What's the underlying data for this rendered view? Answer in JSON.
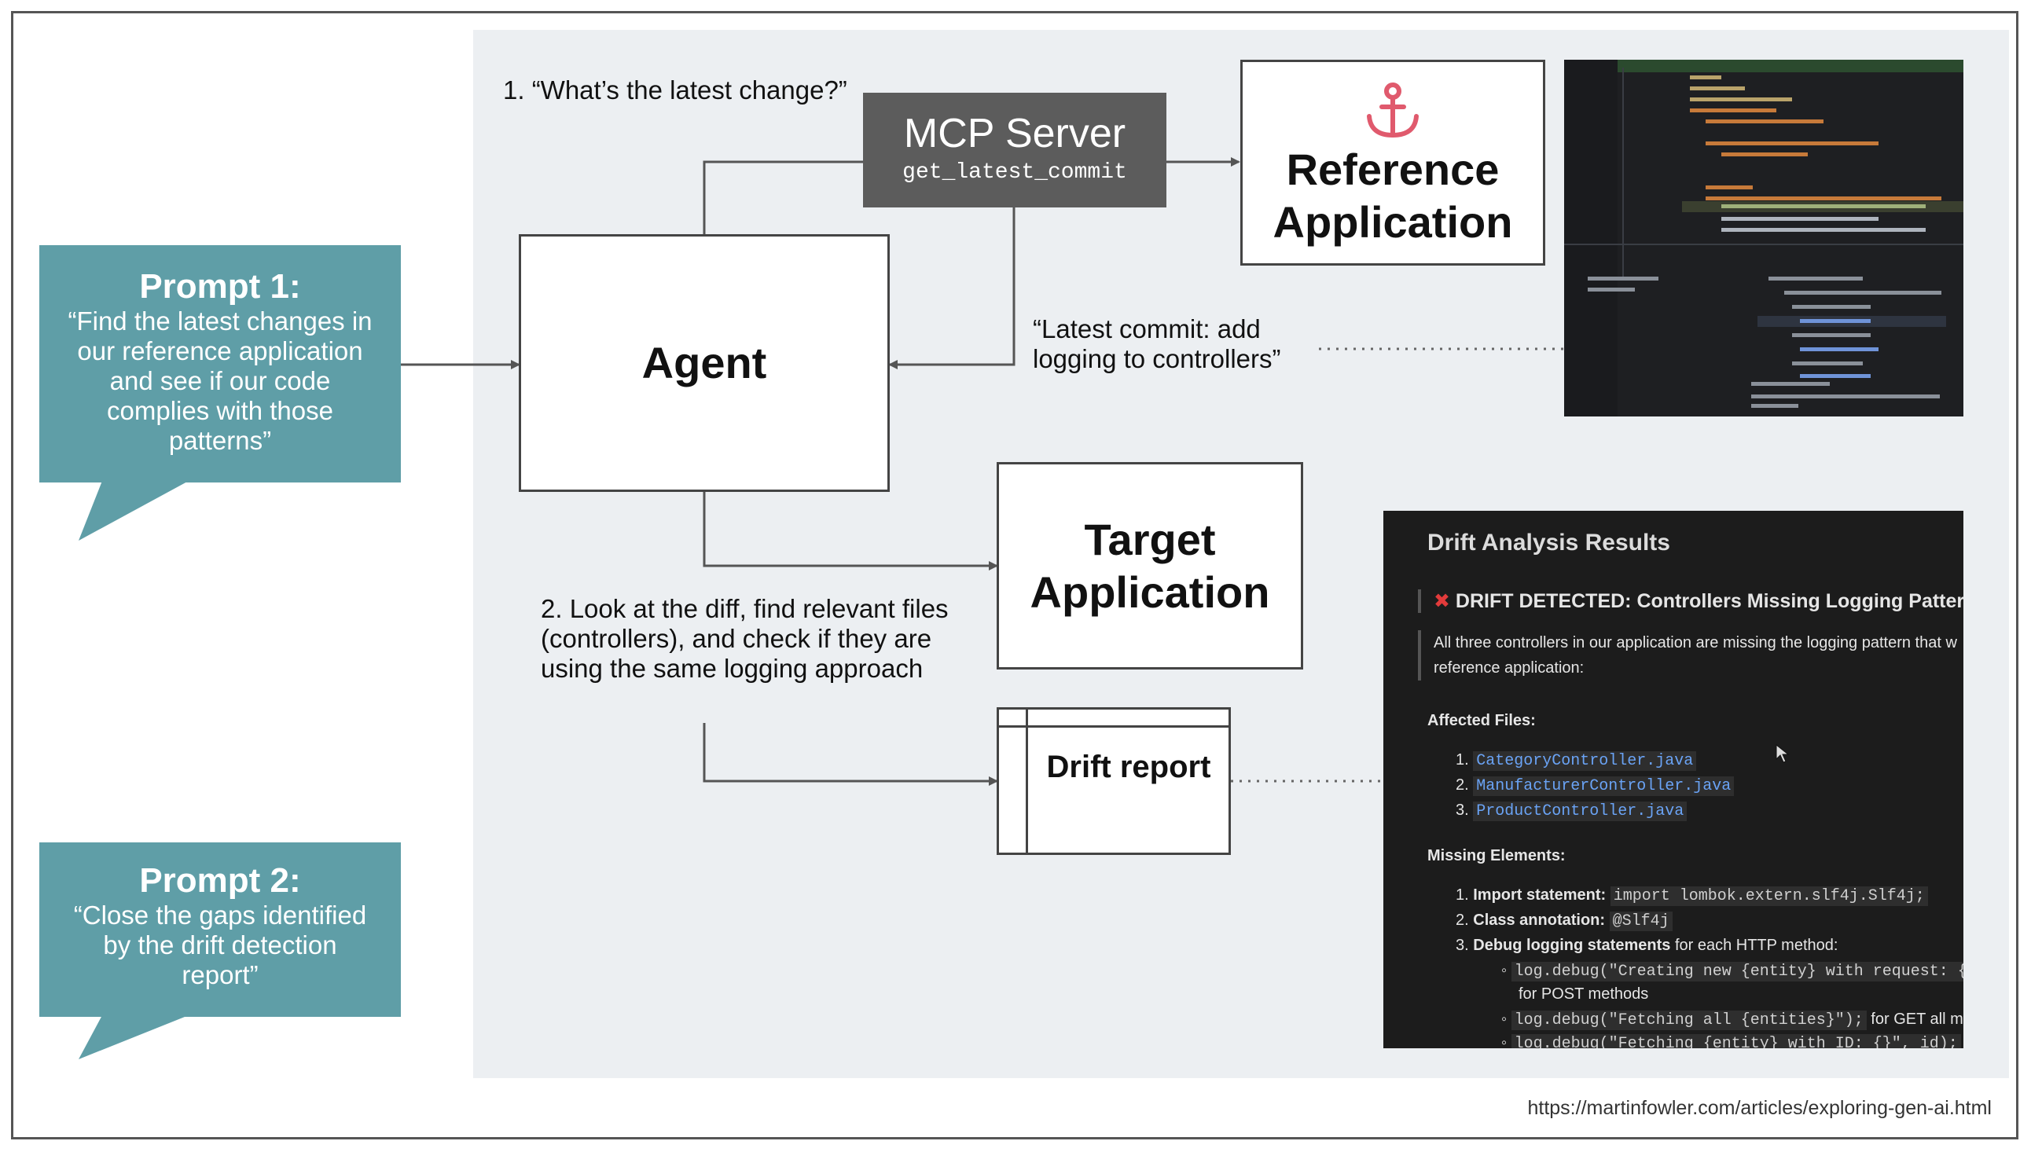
{
  "prompts": {
    "p1_title": "Prompt 1:",
    "p1_body": "“Find the latest changes in our reference application and see if our code complies with those patterns”",
    "p2_title": "Prompt 2:",
    "p2_body": "“Close the gaps identified by the drift detection report”"
  },
  "steps": {
    "step1": "1. “What’s the latest change?”",
    "response": "“Latest commit: add logging to controllers”",
    "step2": "2. Look at the diff, find relevant files (controllers), and check if they are using the same logging approach"
  },
  "nodes": {
    "mcp_title": "MCP Server",
    "mcp_tool": "get_latest_commit",
    "agent": "Agent",
    "reference": "Reference Application",
    "target": "Target Application",
    "drift": "Drift report"
  },
  "drift_panel": {
    "title": "Drift Analysis Results",
    "detected": "DRIFT DETECTED: Controllers Missing Logging Pattern",
    "desc_line1": "All three controllers in our application are missing the logging pattern that w",
    "desc_line2": "reference application:",
    "affected_heading": "Affected Files:",
    "files": [
      "CategoryController.java",
      "ManufacturerController.java",
      "ProductController.java"
    ],
    "missing_heading": "Missing Elements:",
    "m1_label": "Import statement:",
    "m1_code": "import lombok.extern.slf4j.Slf4j;",
    "m2_label": "Class annotation:",
    "m2_code": "@Slf4j",
    "m3_label": "Debug logging statements",
    "m3_rest": "for each HTTP method:",
    "sub1_code": "log.debug(\"Creating new {entity} with request: {",
    "sub1_rest": "for POST methods",
    "sub2_code": "log.debug(\"Fetching all {entities}\");",
    "sub2_rest": "for GET all me",
    "sub3_code": "log.debug(\"Fetching {entity} with ID: {}\", id);"
  },
  "footer": "https://martinfowler.com/articles/exploring-gen-ai.html",
  "colors": {
    "bubble": "#5f9ea7",
    "panel": "#eceff2",
    "mcp": "#5c5c5c",
    "anchor": "#e05a6d"
  }
}
